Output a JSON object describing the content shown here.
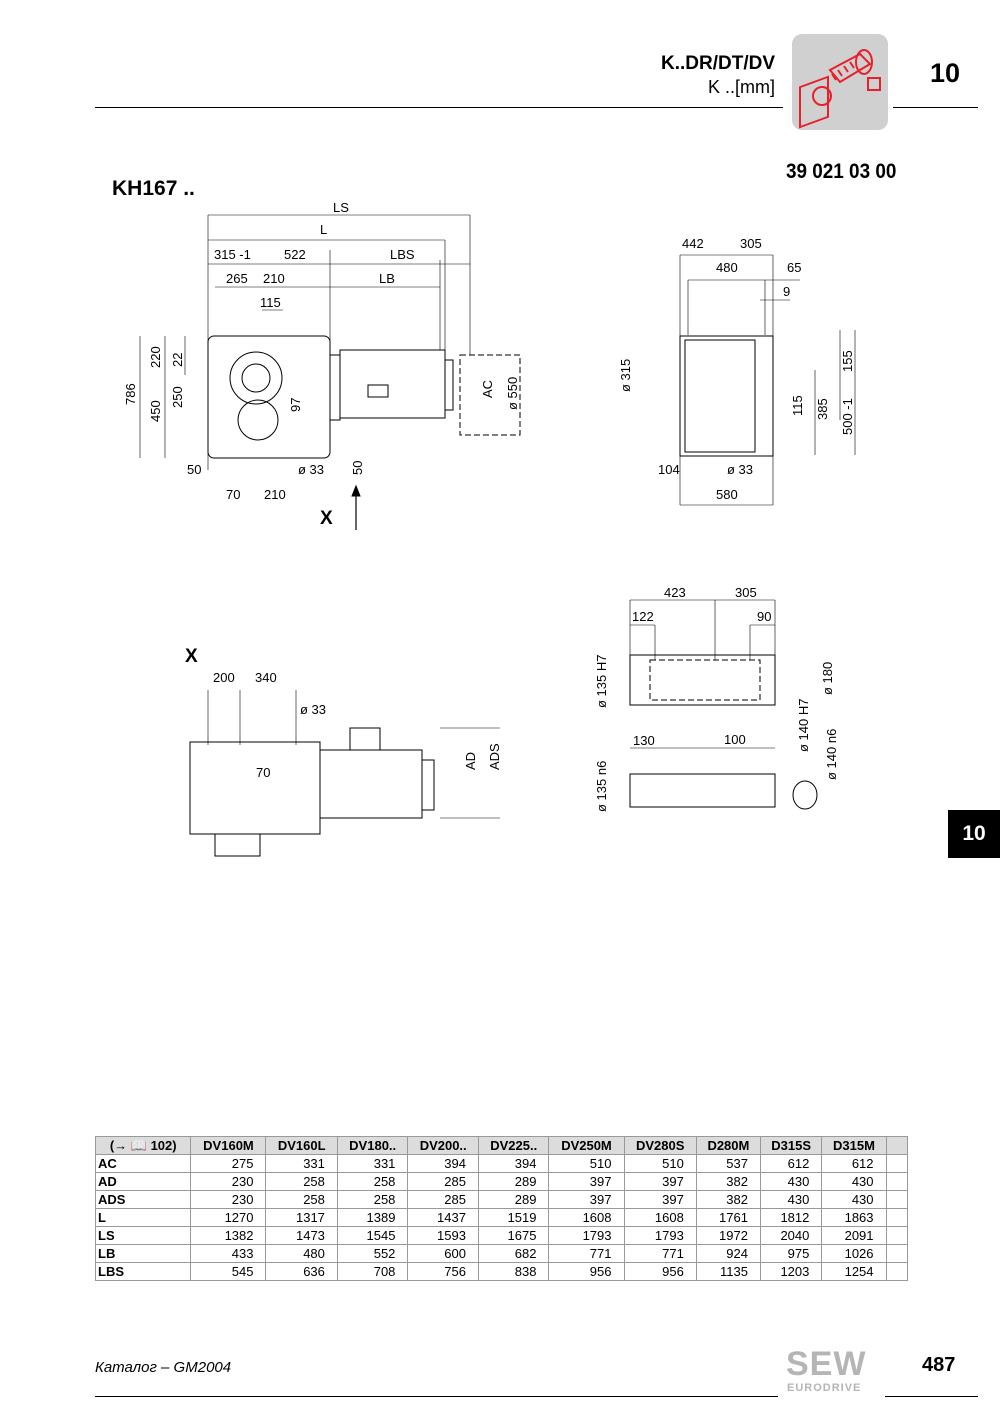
{
  "header": {
    "title": "K..DR/DT/DV",
    "subtitle": "K ..[mm]",
    "chapter": "10",
    "drawing_code": "39 021 03 00",
    "model": "KH167 .."
  },
  "drawings": {
    "front": [
      "LS",
      "L",
      "315 -1",
      "522",
      "LBS",
      "265",
      "210",
      "LB",
      "115",
      "220",
      "22",
      "786",
      "250",
      "97",
      "450",
      "AC",
      "ø 550",
      "50",
      "ø 33",
      "50",
      "70",
      "210",
      "X"
    ],
    "side": [
      "442",
      "305",
      "480",
      "65",
      "9",
      "ø 315",
      "155",
      "115",
      "385",
      "500 -1",
      "104",
      "ø 33",
      "580"
    ],
    "view_x": [
      "X",
      "200",
      "340",
      "ø 33",
      "70",
      "AD",
      "ADS"
    ],
    "shaft": [
      "423",
      "305",
      "122",
      "90",
      "ø 135 H7",
      "ø 180",
      "ø 140 H7",
      "ø 140 n6",
      "130",
      "100",
      "ø 135 n6"
    ]
  },
  "side_tab": "10",
  "table": {
    "ref": "(→ 📖 102)",
    "columns": [
      "DV160M",
      "DV160L",
      "DV180..",
      "DV200..",
      "DV225..",
      "DV250M",
      "DV280S",
      "D280M",
      "D315S",
      "D315M"
    ],
    "rows": [
      {
        "label": "AC",
        "values": [
          "275",
          "331",
          "331",
          "394",
          "394",
          "510",
          "510",
          "537",
          "612",
          "612"
        ]
      },
      {
        "label": "AD",
        "values": [
          "230",
          "258",
          "258",
          "285",
          "289",
          "397",
          "397",
          "382",
          "430",
          "430"
        ]
      },
      {
        "label": "ADS",
        "values": [
          "230",
          "258",
          "258",
          "285",
          "289",
          "397",
          "397",
          "382",
          "430",
          "430"
        ]
      },
      {
        "label": "L",
        "values": [
          "1270",
          "1317",
          "1389",
          "1437",
          "1519",
          "1608",
          "1608",
          "1761",
          "1812",
          "1863"
        ]
      },
      {
        "label": "LS",
        "values": [
          "1382",
          "1473",
          "1545",
          "1593",
          "1675",
          "1793",
          "1793",
          "1972",
          "2040",
          "2091"
        ]
      },
      {
        "label": "LB",
        "values": [
          "433",
          "480",
          "552",
          "600",
          "682",
          "771",
          "771",
          "924",
          "975",
          "1026"
        ]
      },
      {
        "label": "LBS",
        "values": [
          "545",
          "636",
          "708",
          "756",
          "838",
          "956",
          "956",
          "1135",
          "1203",
          "1254"
        ]
      }
    ]
  },
  "footer": {
    "catalog": "Каталог – GM2004",
    "page": "487",
    "logo": "SEW EURODRIVE"
  },
  "colors": {
    "icon_red": "#e8202a",
    "icon_bg": "#d0d0d0",
    "tab_bg": "#000000"
  }
}
